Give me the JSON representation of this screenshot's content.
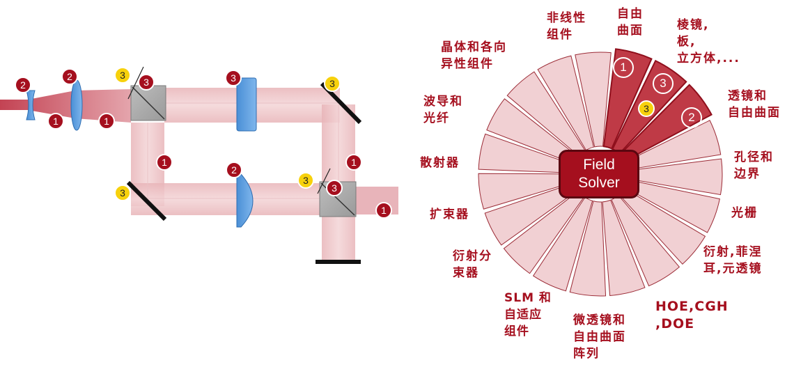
{
  "optical_setup": {
    "badges": [
      {
        "id": "b1",
        "n": "2",
        "color": "red"
      },
      {
        "id": "b2",
        "n": "1",
        "color": "red"
      },
      {
        "id": "b3",
        "n": "2",
        "color": "red"
      },
      {
        "id": "b4",
        "n": "1",
        "color": "red"
      },
      {
        "id": "b5",
        "n": "3",
        "color": "yellow"
      },
      {
        "id": "b6",
        "n": "3",
        "color": "red"
      },
      {
        "id": "b7",
        "n": "3",
        "color": "red"
      },
      {
        "id": "b8",
        "n": "3",
        "color": "yellow"
      },
      {
        "id": "b9",
        "n": "1",
        "color": "red"
      },
      {
        "id": "b10",
        "n": "1",
        "color": "red"
      },
      {
        "id": "b11",
        "n": "2",
        "color": "red"
      },
      {
        "id": "b12",
        "n": "3",
        "color": "yellow"
      },
      {
        "id": "b13",
        "n": "3",
        "color": "yellow"
      },
      {
        "id": "b14",
        "n": "3",
        "color": "red"
      },
      {
        "id": "b15",
        "n": "1",
        "color": "red"
      }
    ]
  },
  "wheel": {
    "center": {
      "line1": "Field",
      "line2": "Solver"
    },
    "highlight_badges": [
      {
        "id": "h1",
        "n": "1",
        "color": "red"
      },
      {
        "id": "h2",
        "n": "3",
        "color": "red"
      },
      {
        "id": "h3",
        "n": "3",
        "color": "yellow"
      },
      {
        "id": "h4",
        "n": "2",
        "color": "red"
      }
    ],
    "labels": {
      "nonlinear": [
        "非线性",
        "组件"
      ],
      "freeform": [
        "自由",
        "曲面"
      ],
      "prism": [
        "棱镜,",
        "板,",
        "立方体,..."
      ],
      "lens_freeform": [
        "透镜和",
        "自由曲面"
      ],
      "aperture": [
        "孔径和",
        "边界"
      ],
      "grating": [
        "光栅"
      ],
      "diffraction_fresnel": [
        "衍射,菲涅",
        "耳,元透镜"
      ],
      "hoe": [
        "HOE,CGH",
        ",DOE"
      ],
      "microlens": [
        "微透镜和",
        "自由曲面",
        "阵列"
      ],
      "slm": [
        "SLM 和",
        "自适应",
        "组件"
      ],
      "diffractive_splitter": [
        "衍射分",
        "束器"
      ],
      "beam_expander": [
        "扩束器"
      ],
      "scatterer": [
        "散射器"
      ],
      "waveguide": [
        "波导和",
        "光纤"
      ],
      "crystal": [
        "晶体和各向",
        "异性组件"
      ]
    },
    "colors": {
      "accent": "#a50f1e",
      "slice_fill": "#f1d0d3",
      "highlight_fill": "#bf3a46",
      "badge_yellow": "#f7d10c"
    }
  }
}
